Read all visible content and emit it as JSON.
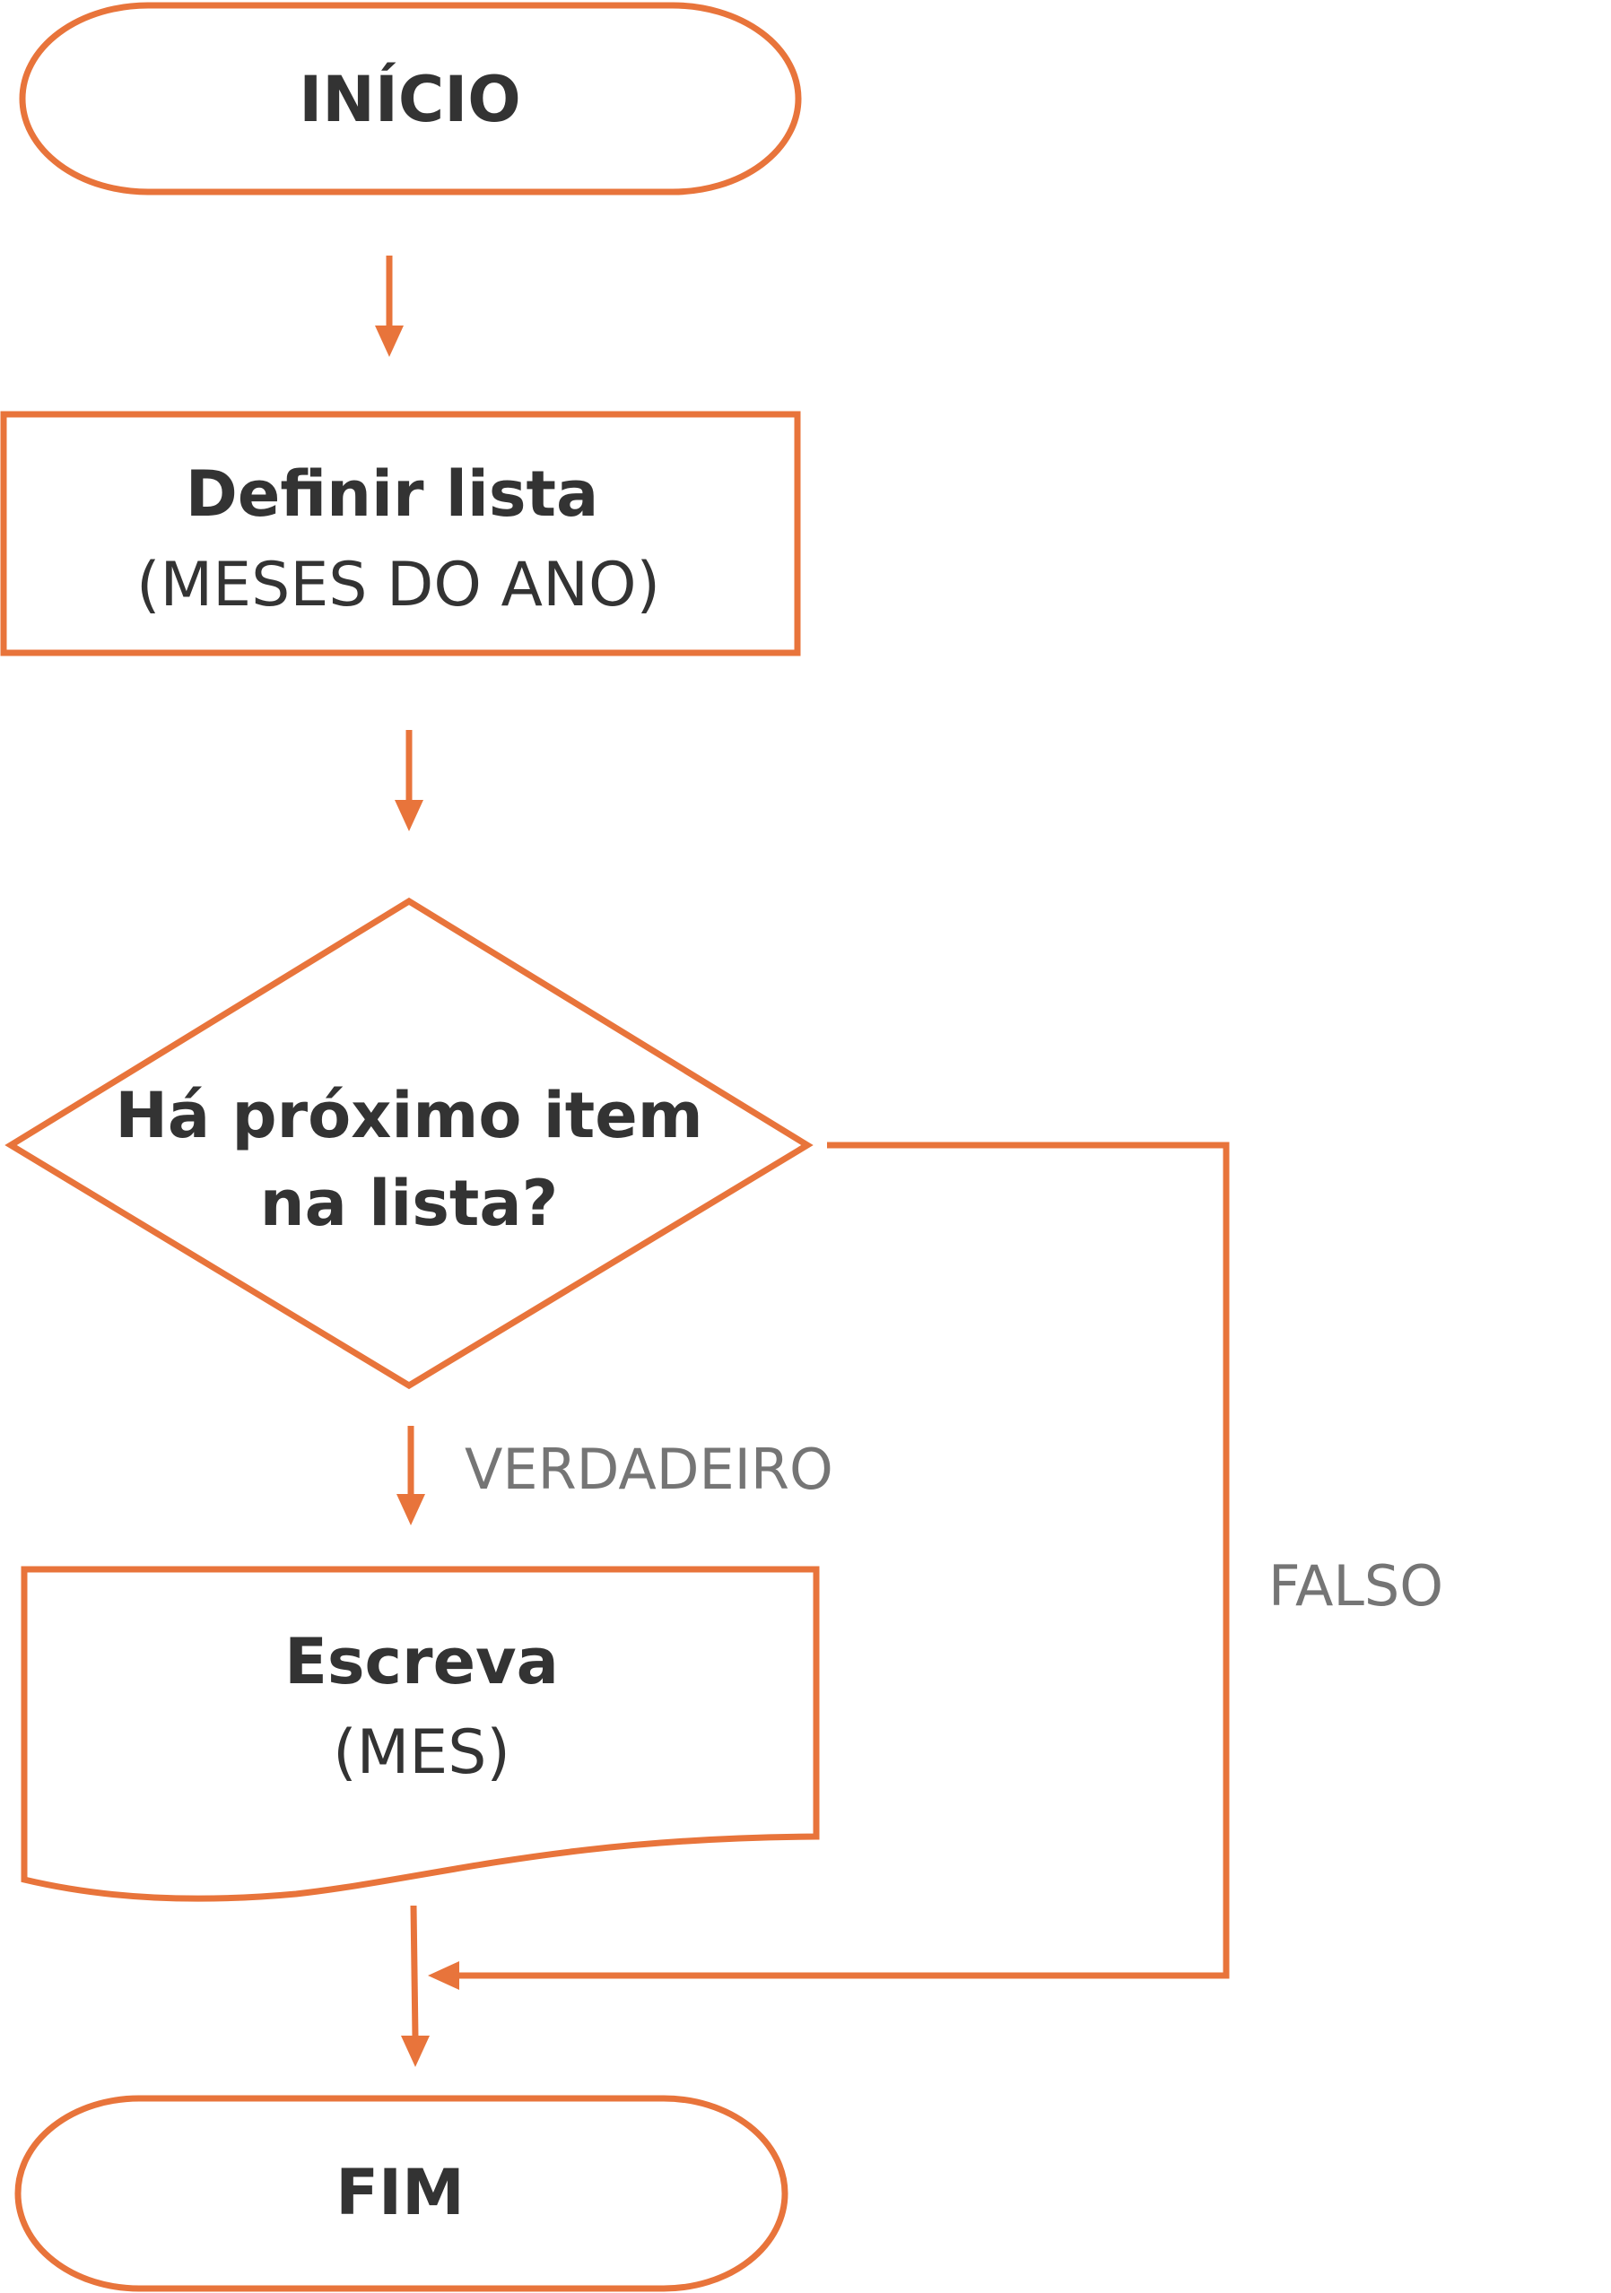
{
  "colors": {
    "accent": "#E8743B",
    "text": "#333333",
    "branch_text": "#757575",
    "background": "#FFFFFF"
  },
  "nodes": {
    "start": {
      "label": "INÍCIO"
    },
    "define": {
      "title": "Definir lista",
      "subtitle": "(MESES DO ANO)"
    },
    "decision": {
      "line1": "Há próximo item",
      "line2": "na lista?"
    },
    "output": {
      "title": "Escreva",
      "subtitle": "(MES)"
    },
    "end": {
      "label": "FIM"
    }
  },
  "branches": {
    "true_label": "VERDADEIRO",
    "false_label": "FALSO"
  }
}
